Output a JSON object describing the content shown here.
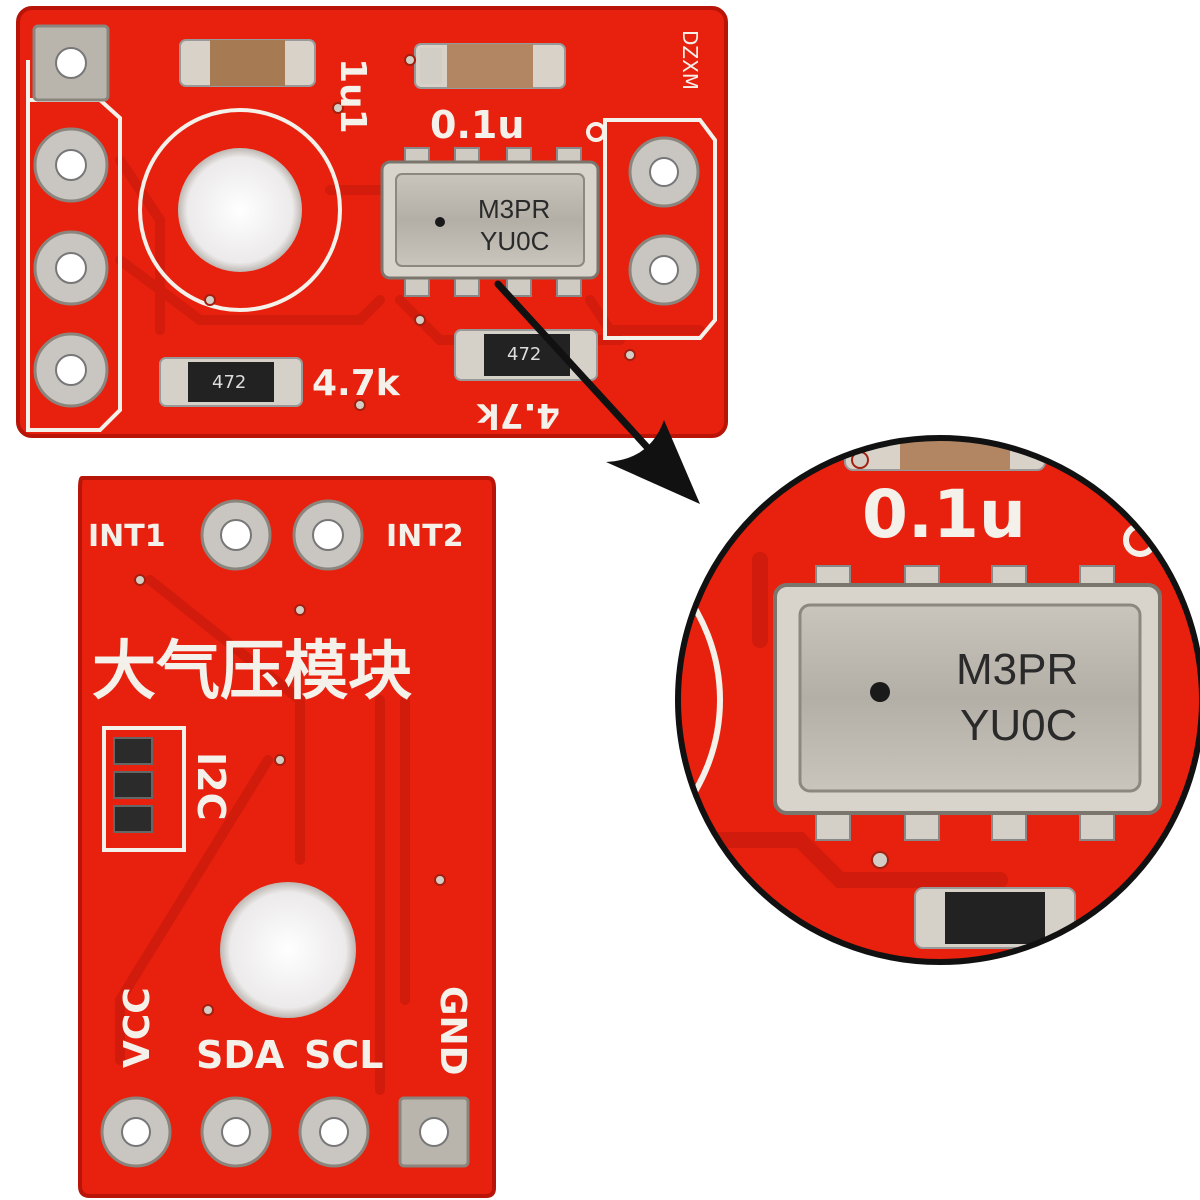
{
  "colors": {
    "board_red": "#e8200e",
    "board_edge": "#b81408",
    "silkscreen": "#f4f1ea",
    "pad_metal": "#c9c6c2",
    "background": "#ffffff",
    "arrow": "#111111"
  },
  "top_board": {
    "cap_label_1": "0.1u",
    "cap_label_2": "1u1",
    "res_label_1": "4.7k",
    "res_label_2": "4.7k",
    "res_code_1": "472",
    "res_code_2": "472",
    "chip_line_1": "M3PR",
    "chip_line_2": "YU0C",
    "edge_mark": "DZXM"
  },
  "bottom_board": {
    "int1": "INT1",
    "int2": "INT2",
    "title_cn": "大气压模块",
    "i2c": "I2C",
    "vcc": "VCC",
    "sda": "SDA",
    "scl": "SCL",
    "gnd": "GND"
  },
  "zoom_view": {
    "cap_label": "0.1u",
    "chip_line_1": "M3PR",
    "chip_line_2": "YU0C"
  }
}
